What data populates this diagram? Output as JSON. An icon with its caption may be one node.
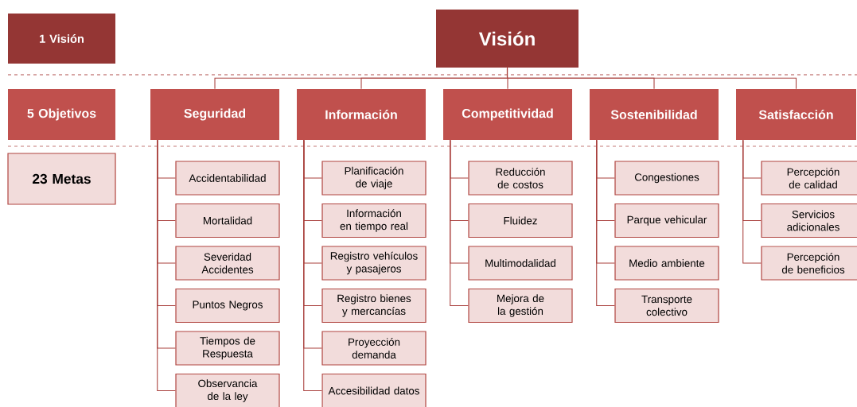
{
  "diagram": {
    "nodes": [
      {
        "text": [
          "1 Visión"
        ]
      },
      {
        "text": [
          "Visión"
        ]
      },
      {
        "text": [
          "5 Objetivos"
        ]
      },
      {
        "text": [
          "Seguridad"
        ]
      },
      {
        "text": [
          "Información"
        ]
      },
      {
        "text": [
          "Competitividad"
        ]
      },
      {
        "text": [
          "Sostenibilidad"
        ]
      },
      {
        "text": [
          "Satisfacción"
        ]
      },
      {
        "text": [
          "23 Metas"
        ]
      },
      {
        "text": [
          "Accidentabilidad"
        ]
      },
      {
        "text": [
          "Mortalidad"
        ]
      },
      {
        "text": [
          "Severidad Accidentes"
        ]
      },
      {
        "text": [
          "Puntos Negros"
        ]
      },
      {
        "text": [
          "Tiempos de Respuesta"
        ]
      },
      {
        "text": [
          "Observancia de la ley"
        ]
      },
      {
        "text": [
          "Planificación de viaje"
        ]
      },
      {
        "text": [
          "Información en tiempo real"
        ]
      },
      {
        "text": [
          "Registro vehículos y pasajeros"
        ]
      },
      {
        "text": [
          "Registro bienes y mercancías"
        ]
      },
      {
        "text": [
          "Proyección demanda"
        ]
      },
      {
        "text": [
          "Accesibilidad datos"
        ]
      },
      {
        "text": [
          "Reducción de costos"
        ]
      },
      {
        "text": [
          "Fluidez"
        ]
      },
      {
        "text": [
          "Multimodalidad"
        ]
      },
      {
        "text": [
          "Mejora de la gestión"
        ]
      },
      {
        "text": [
          "Congestiones"
        ]
      },
      {
        "text": [
          "Parque vehicular"
        ]
      },
      {
        "text": [
          "Medio ambiente"
        ]
      },
      {
        "text": [
          "Transporte colectivo"
        ]
      },
      {
        "text": [
          "Percepción de calidad"
        ]
      },
      {
        "text": [
          "Servicios adicionales"
        ]
      },
      {
        "text": [
          "Percepción de beneficios"
        ]
      }
    ],
    "edges": [
      {
        "from": 1,
        "to": 3,
        "arrow": "none"
      },
      {
        "from": 1,
        "to": 4,
        "arrow": "none"
      },
      {
        "from": 1,
        "to": 5,
        "arrow": "none"
      },
      {
        "from": 1,
        "to": 6,
        "arrow": "none"
      },
      {
        "from": 1,
        "to": 7,
        "arrow": "none"
      },
      {
        "from": 3,
        "to": 9,
        "arrow": "none"
      },
      {
        "from": 3,
        "to": 10,
        "arrow": "none"
      },
      {
        "from": 3,
        "to": 11,
        "arrow": "none"
      },
      {
        "from": 3,
        "to": 12,
        "arrow": "none"
      },
      {
        "from": 3,
        "to": 13,
        "arrow": "none"
      },
      {
        "from": 3,
        "to": 14,
        "arrow": "none"
      },
      {
        "from": 4,
        "to": 15,
        "arrow": "none"
      },
      {
        "from": 4,
        "to": 16,
        "arrow": "none"
      },
      {
        "from": 4,
        "to": 17,
        "arrow": "none"
      },
      {
        "from": 4,
        "to": 18,
        "arrow": "none"
      },
      {
        "from": 4,
        "to": 19,
        "arrow": "none"
      },
      {
        "from": 4,
        "to": 20,
        "arrow": "none"
      },
      {
        "from": 5,
        "to": 21,
        "arrow": "none"
      },
      {
        "from": 5,
        "to": 22,
        "arrow": "none"
      },
      {
        "from": 5,
        "to": 23,
        "arrow": "none"
      },
      {
        "from": 5,
        "to": 24,
        "arrow": "none"
      },
      {
        "from": 6,
        "to": 25,
        "arrow": "none"
      },
      {
        "from": 6,
        "to": 26,
        "arrow": "none"
      },
      {
        "from": 6,
        "to": 27,
        "arrow": "none"
      },
      {
        "from": 6,
        "to": 28,
        "arrow": "none"
      },
      {
        "from": 7,
        "to": 29,
        "arrow": "none"
      },
      {
        "from": 7,
        "to": 30,
        "arrow": "none"
      },
      {
        "from": 7,
        "to": 31,
        "arrow": "none"
      }
    ]
  }
}
